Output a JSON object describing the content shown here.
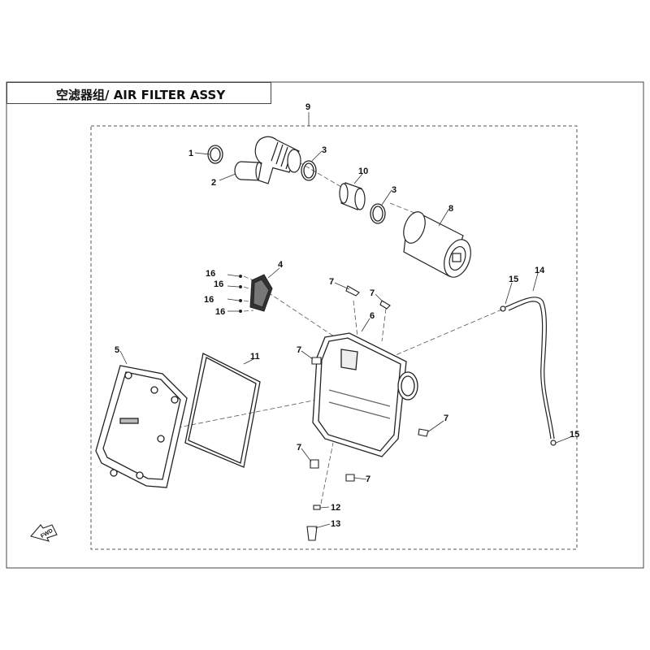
{
  "title": "空滤器组/ AIR FILTER ASSY",
  "fwd_label": "FWD",
  "callouts": [
    {
      "id": "c1",
      "text": "1"
    },
    {
      "id": "c2",
      "text": "2"
    },
    {
      "id": "c3a",
      "text": "3"
    },
    {
      "id": "c3b",
      "text": "3"
    },
    {
      "id": "c4",
      "text": "4"
    },
    {
      "id": "c5",
      "text": "5"
    },
    {
      "id": "c6",
      "text": "6"
    },
    {
      "id": "c7a",
      "text": "7"
    },
    {
      "id": "c7b",
      "text": "7"
    },
    {
      "id": "c7c",
      "text": "7"
    },
    {
      "id": "c7d",
      "text": "7"
    },
    {
      "id": "c7e",
      "text": "7"
    },
    {
      "id": "c7f",
      "text": "7"
    },
    {
      "id": "c8",
      "text": "8"
    },
    {
      "id": "c9",
      "text": "9"
    },
    {
      "id": "c10",
      "text": "10"
    },
    {
      "id": "c11",
      "text": "11"
    },
    {
      "id": "c12",
      "text": "12"
    },
    {
      "id": "c13",
      "text": "13"
    },
    {
      "id": "c14",
      "text": "14"
    },
    {
      "id": "c15a",
      "text": "15"
    },
    {
      "id": "c15b",
      "text": "15"
    },
    {
      "id": "c16a",
      "text": "16"
    },
    {
      "id": "c16b",
      "text": "16"
    },
    {
      "id": "c16c",
      "text": "16"
    },
    {
      "id": "c16d",
      "text": "16"
    }
  ]
}
